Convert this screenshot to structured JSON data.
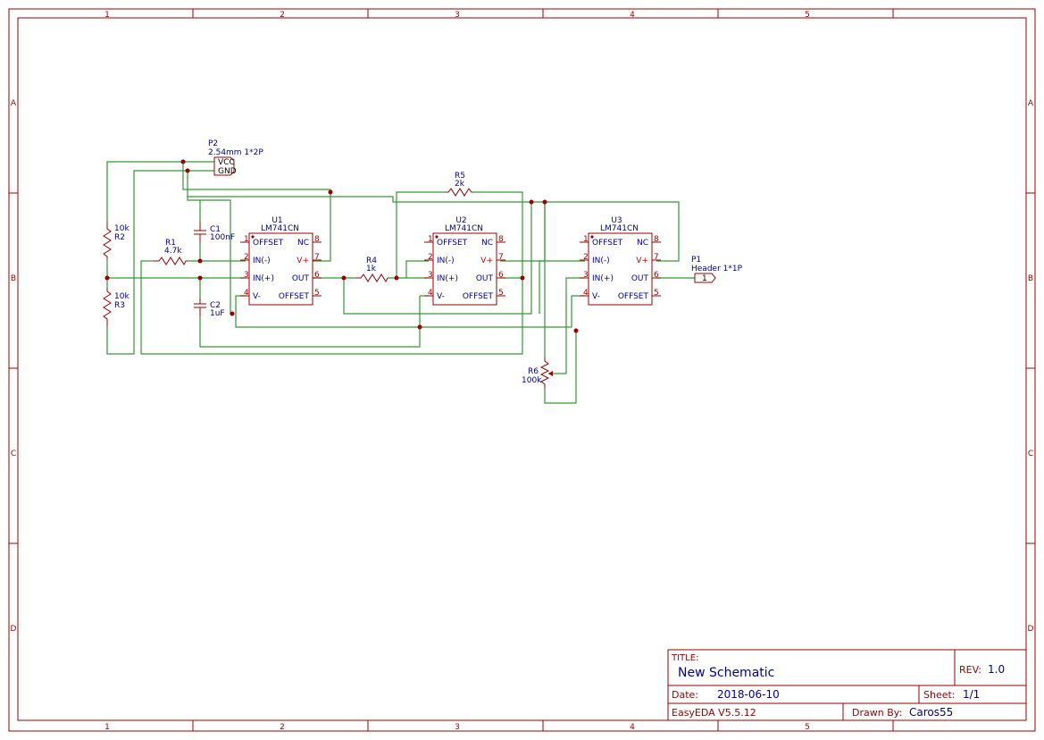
{
  "frame": {
    "columns": [
      "1",
      "2",
      "3",
      "4",
      "5"
    ],
    "rows": [
      "A",
      "B",
      "C",
      "D"
    ]
  },
  "components": {
    "p2": {
      "ref": "P2",
      "value": "2.54mm 1*2P",
      "pin1": "VCC",
      "pin2": "GND"
    },
    "p1": {
      "ref": "P1",
      "value": "Header 1*1P",
      "pin1": "1"
    },
    "r1": {
      "ref": "R1",
      "value": "4.7k"
    },
    "r2": {
      "ref": "R2",
      "value": "10k"
    },
    "r3": {
      "ref": "R3",
      "value": "10k"
    },
    "r4": {
      "ref": "R4",
      "value": "1k"
    },
    "r5": {
      "ref": "R5",
      "value": "2k"
    },
    "r6": {
      "ref": "R6",
      "value": "100k"
    },
    "c1": {
      "ref": "C1",
      "value": "100nF"
    },
    "c2": {
      "ref": "C2",
      "value": "1uF"
    },
    "opamps": [
      {
        "ref": "U1",
        "value": "LM741CN"
      },
      {
        "ref": "U2",
        "value": "LM741CN"
      },
      {
        "ref": "U3",
        "value": "LM741CN"
      }
    ],
    "opamp_pins": {
      "left": [
        {
          "num": "1",
          "name": "OFFSET"
        },
        {
          "num": "2",
          "name": "IN(-)"
        },
        {
          "num": "3",
          "name": "IN(+)"
        },
        {
          "num": "4",
          "name": "V-"
        }
      ],
      "right": [
        {
          "num": "8",
          "name": "NC"
        },
        {
          "num": "7",
          "name": "V+"
        },
        {
          "num": "6",
          "name": "OUT"
        },
        {
          "num": "5",
          "name": "OFFSET"
        }
      ]
    }
  },
  "title_block": {
    "title_label": "TITLE:",
    "title": "New Schematic",
    "rev_label": "REV:",
    "rev": "1.0",
    "date_label": "Date:",
    "date": "2018-06-10",
    "sheet_label": "Sheet:",
    "sheet": "1/1",
    "software": "EasyEDA V5.5.12",
    "drawn_label": "Drawn By:",
    "drawn_by": "Caros55"
  },
  "colors": {
    "frame": "#990000",
    "wire": "#339933",
    "label": "#000099",
    "pin_highlight": "#cc0000"
  }
}
